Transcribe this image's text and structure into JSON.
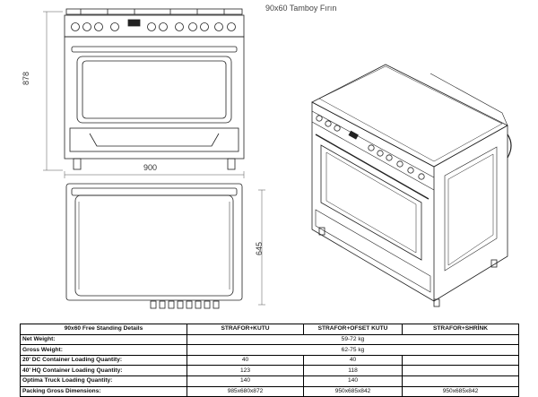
{
  "title": "90x60 Tamboy Fırın",
  "dimensions": {
    "height": "878",
    "width": "900",
    "depth": "645"
  },
  "specs": {
    "header": [
      "90x60 Free Standing Details",
      "STRAFOR+KUTU",
      "STRAFOR+OFSET KUTU",
      "STRAFOR+SHRİNK"
    ],
    "rows": [
      {
        "label": "Net Weight:",
        "merged": "59-72 kg"
      },
      {
        "label": "Gross Weight:",
        "merged": "62-75 kg"
      },
      {
        "label": "20' DC Container Loading Quantity:",
        "values": [
          "40",
          "40",
          ""
        ]
      },
      {
        "label": "40' HQ Container Loading Quantity:",
        "values": [
          "123",
          "118",
          ""
        ]
      },
      {
        "label": "Optima Truck Loading Quantity:",
        "values": [
          "140",
          "140",
          ""
        ]
      },
      {
        "label": "Packing Gross Dimensions:",
        "values": [
          "985x680x872",
          "950x685x842",
          "950x685x842"
        ]
      }
    ]
  }
}
